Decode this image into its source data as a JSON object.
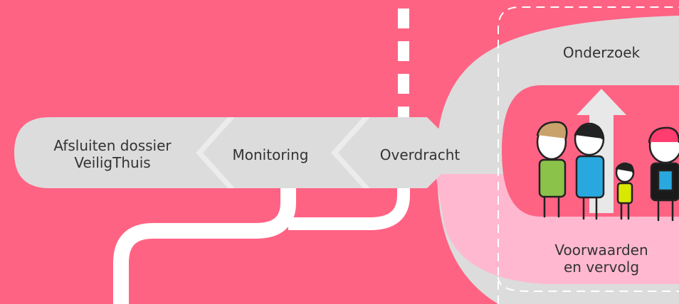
{
  "colors": {
    "background": "#ff6384",
    "light_gray": "#dcdcdc",
    "light_pink": "#ffb8d0",
    "white": "#ffffff",
    "text": "#333333"
  },
  "steps": {
    "close_dossier": "Afsluiten dossier\nVeiligThuis",
    "monitoring": "Monitoring",
    "transfer": "Overdracht"
  },
  "cycle": {
    "research": "Onderzoek",
    "conditions": "Voorwaarden\nen vervolg"
  },
  "icons": [
    "family-icon",
    "up-arrow-icon",
    "dashed-path",
    "white-path"
  ]
}
